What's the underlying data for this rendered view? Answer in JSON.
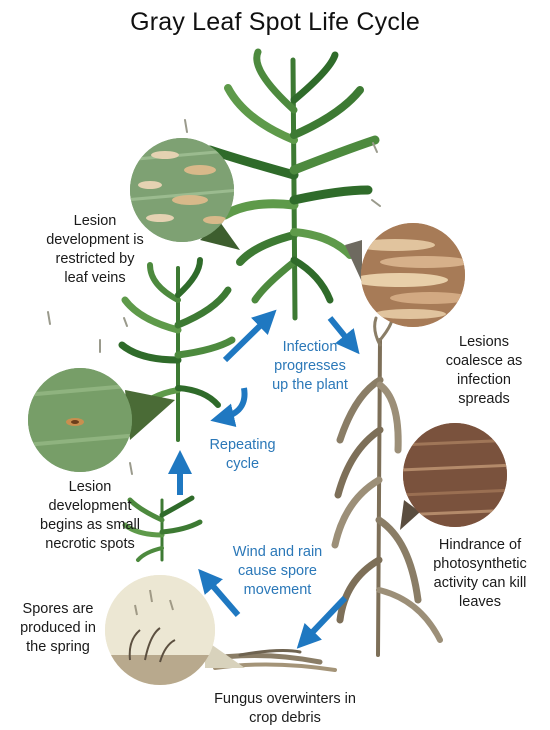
{
  "title": "Gray Leaf Spot Life Cycle",
  "labels": {
    "lesion_restricted": [
      "Lesion",
      "development is",
      "restricted by",
      "leaf veins"
    ],
    "lesions_coalesce": [
      "Lesions",
      "coalesce as",
      "infection",
      "spreads"
    ],
    "lesion_begins": [
      "Lesion",
      "development",
      "begins as small",
      "necrotic spots"
    ],
    "hindrance": [
      "Hindrance of",
      "photosynthetic",
      "activity can kill",
      "leaves"
    ],
    "spores_produced": [
      "Spores are",
      "produced in",
      "the spring"
    ],
    "fungus_overwinters": [
      "Fungus overwinters in",
      "crop debris"
    ]
  },
  "cycle_labels": {
    "infection": [
      "Infection",
      "progresses",
      "up the plant"
    ],
    "repeating": [
      "Repeating",
      "cycle"
    ],
    "wind_rain": [
      "Wind and rain",
      "cause spore",
      "movement"
    ]
  },
  "colors": {
    "arrow": "#1f78c1",
    "cycle_text": "#2b78b8",
    "leaf_dark": "#2f6b2a",
    "leaf_light": "#5e9a4a",
    "dead_plant": "#8a7d66",
    "lesion_tan": "#d8b98a"
  }
}
